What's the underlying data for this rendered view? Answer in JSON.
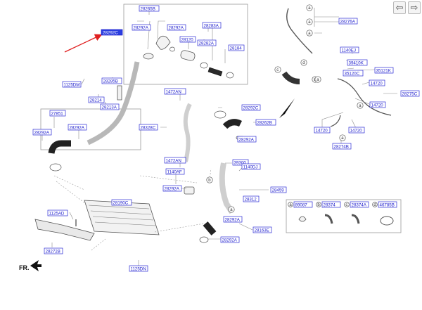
{
  "nav": {
    "prev_icon": "arrow-left-icon",
    "next_icon": "arrow-right-icon",
    "prev_glyph": "⇦",
    "next_glyph": "⇨"
  },
  "orientation_label": "FR.",
  "highlighted_label": "28292C",
  "callout_letters": [
    "a",
    "b",
    "c",
    "d"
  ],
  "labels": {
    "l28265B": "28265B",
    "l28292A_1": "28292A",
    "l28292A_2": "28292A",
    "l28120": "28120",
    "l28283A": "28283A",
    "l28282A": "28282A",
    "l28184": "28184",
    "l1125DM": "1125DM",
    "l28285B": "28285B",
    "l28214": "28214",
    "l28213A": "28213A",
    "l27851": "27851",
    "l28292A_3": "28292A",
    "l28292A_4": "28292A",
    "l1472AN_1": "1472AN",
    "l28328C": "28328C",
    "l1472AN_2": "1472AN",
    "l1140AF": "1140AF",
    "l28292A_5": "28292A",
    "l28292C": "28292C",
    "l28262B": "28262B",
    "l28292A_6": "28292A",
    "l39300": "39300",
    "l1140DJ": "1140DJ",
    "l28459": "28459",
    "l28312": "28312",
    "l1125AD": "1125AD",
    "l28190C": "28190C",
    "l28292A_7": "28292A",
    "l28163E": "28163E",
    "l28292A_8": "28292A",
    "l28272B": "28272B",
    "l1125DN": "1125DN",
    "l28276A": "28276A",
    "l1140EJ": "1140EJ",
    "l39410K": "39410K",
    "l35120C": "35120C",
    "l35121K": "35121K",
    "l14720_1": "14720",
    "l28275C": "28275C",
    "l14720_2": "14720",
    "l14720_3": "14720",
    "l14720_4": "14720",
    "l28274B": "28274B"
  },
  "legend": [
    {
      "letter": "a",
      "code": "89087"
    },
    {
      "letter": "b",
      "code": "28374"
    },
    {
      "letter": "c",
      "code": "28374A"
    },
    {
      "letter": "d",
      "code": "46785B"
    }
  ],
  "colors": {
    "label": "#1a1acc",
    "highlight": "#2b3ee0",
    "arrow": "#e02020"
  }
}
